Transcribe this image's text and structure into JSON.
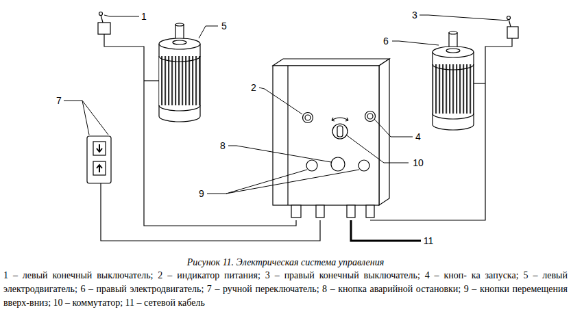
{
  "diagram": {
    "caption": "Рисунок 11. Электрическая система управления",
    "labels": [
      "1",
      "2",
      "3",
      "4",
      "5",
      "6",
      "7",
      "8",
      "9",
      "10",
      "11",
      "1 – левый конечный выключатель; 2 – индикатор питания; 3 – правый конечный выключатель; 4 – кноп- ка запуска; 5 – левый электродвигатель; 6 – правый электродвигатель; 7 – ручной переключатель; 8 – кнопка аварийной остановки; 9 – кнопки перемещения вверх-вниз; 10 – коммутатор; 11 – сетевой кабель"
    ]
  }
}
